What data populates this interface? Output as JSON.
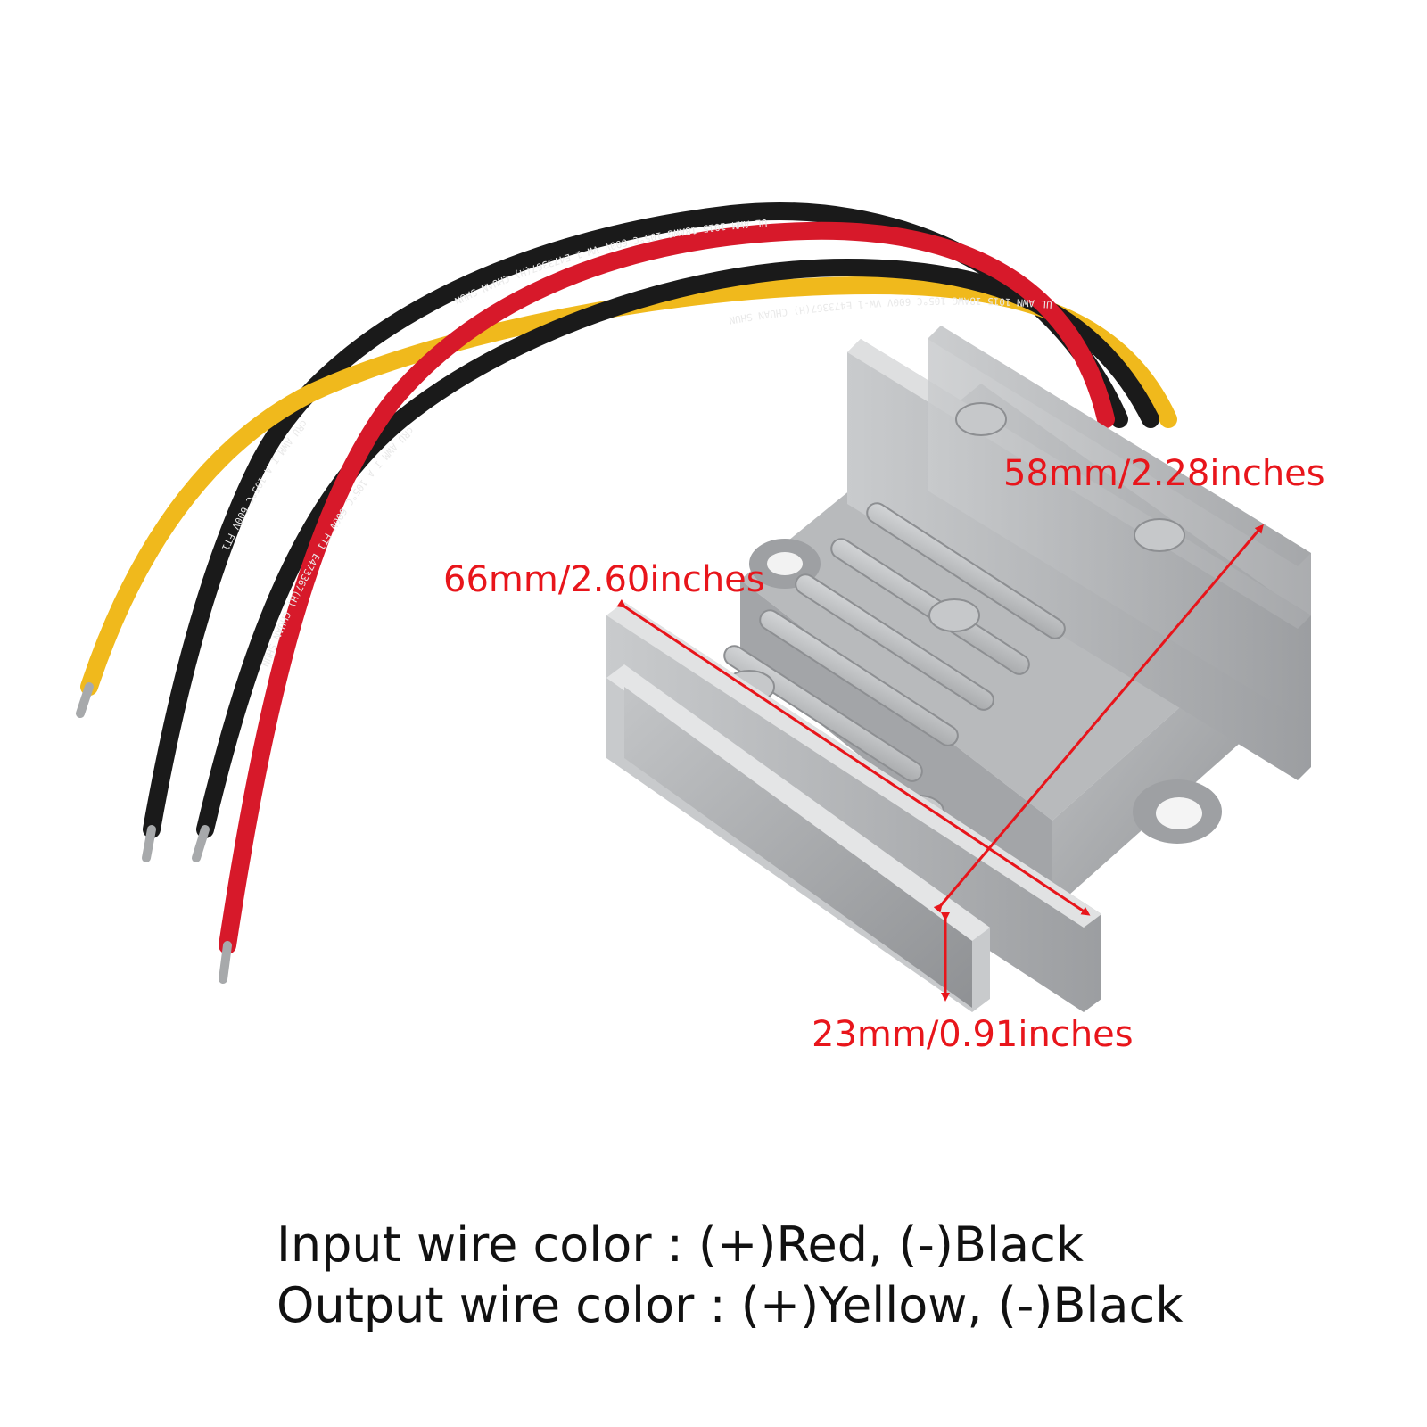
{
  "dimensions": {
    "length": "58mm/2.28inches",
    "width": "66mm/2.60inches",
    "height": "23mm/0.91inches"
  },
  "wire_print": {
    "line_1": "UL AWM 1015 18AWG 105°C 600V VW-1 E473367(H) CHUAN SHUN",
    "line_2": "UL AWM 1015 18AWG 105°C 600V VW-1 E473367(H) CHUAN SHUN",
    "line_3": "cRU AWM I A 105°C 600V FT1 E473367(H) CHUAN SHUN",
    "line_4": "cRU AWM I A 105°C 600V FT1"
  },
  "captions": {
    "input": "Input wire color : (+)Red, (-)Black",
    "output": "Output wire color : (+)Yellow, (-)Black"
  },
  "colors": {
    "annotation": "#e8151b",
    "wire_red": "#d7192a",
    "wire_yellow": "#f0b91c",
    "wire_black": "#1a1a1a",
    "housing": "#b9bbbd",
    "text": "#111111"
  }
}
